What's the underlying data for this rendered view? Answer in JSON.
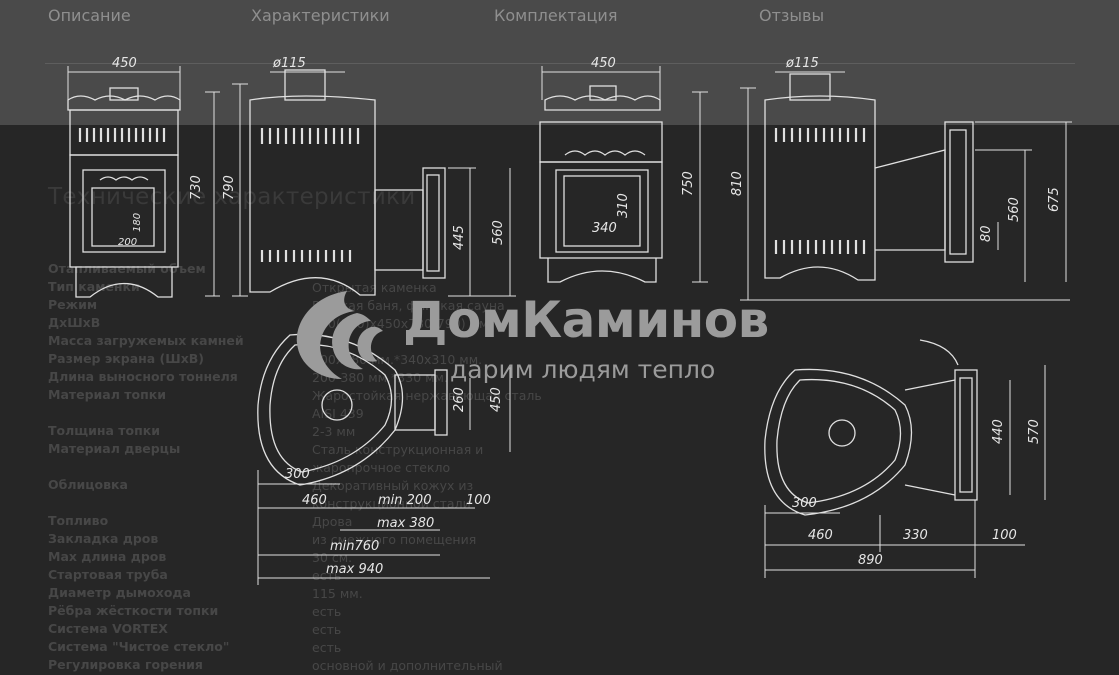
{
  "tabs": [
    {
      "label": "Описание"
    },
    {
      "label": "Характеристики"
    },
    {
      "label": "Комплектация"
    },
    {
      "label": "Отзывы"
    }
  ],
  "section_title": "Технические характеристики",
  "specs": [
    {
      "label": "Отапливаемый объем",
      "value": ""
    },
    {
      "label": "Тип каменки",
      "value": "Открытая каменка"
    },
    {
      "label": "Режим",
      "value": "Русская баня, финская сауна"
    },
    {
      "label": "ДхШхВ",
      "value": "460(840)х450х730(790) мм."
    },
    {
      "label": "Масса загружемых камней",
      "value": ""
    },
    {
      "label": "Размер экрана (ШхВ)",
      "value": "200х180 мм.*340х310 мм."
    },
    {
      "label": "Длина выносного тоннеля",
      "value": "200-380 мм.*330 мм."
    },
    {
      "label": "Материал топки",
      "value": "Жаростойкая нержавеющая сталь\nAISI 439"
    },
    {
      "label": "Толщина топки",
      "value": "2-3 мм"
    },
    {
      "label": "Материал дверцы",
      "value": "Сталь конструкционная и\nжаропрочное стекло"
    },
    {
      "label": "Облицовка",
      "value": "Декоративный кожух из\nконструкционной стали"
    },
    {
      "label": "Топливо",
      "value": "Дрова"
    },
    {
      "label": "Закладка дров",
      "value": "из смежного помещения"
    },
    {
      "label": "Max длина дров",
      "value": "30 см."
    },
    {
      "label": "Стартовая труба",
      "value": "есть"
    },
    {
      "label": "Диаметр дымохода",
      "value": "115 мм."
    },
    {
      "label": "Рёбра жёсткости топки",
      "value": "есть"
    },
    {
      "label": "Система VORTEX",
      "value": "есть"
    },
    {
      "label": "Система \"Чистое стекло\"",
      "value": "есть"
    },
    {
      "label": "Регулировка горения",
      "value": "основной и дополнительный"
    }
  ],
  "logo": {
    "name": "ДомКаминов",
    "tagline": "дарим людям тепло"
  },
  "drawing": {
    "left_group": {
      "width": "450",
      "height_total": "730",
      "height_pipe": "790",
      "pipe_diameter": "ø115",
      "screen_w": "200",
      "screen_h": "180",
      "dim_560": "560",
      "dim_445": "445",
      "plan_260": "260",
      "plan_450": "450",
      "plan_300": "300",
      "plan_460": "460",
      "plan_min200": "min 200",
      "plan_max380": "max 380",
      "plan_100": "100",
      "plan_min760": "min760",
      "plan_max940": "max 940"
    },
    "right_group": {
      "width": "450",
      "height_750": "750",
      "height_810": "810",
      "pipe_diameter": "ø115",
      "screen_w": "340",
      "screen_h": "310",
      "dim_675": "675",
      "dim_560": "560",
      "dim_80": "80",
      "plan_440": "440",
      "plan_570": "570",
      "plan_300": "300",
      "plan_460": "460",
      "plan_330": "330",
      "plan_100": "100",
      "plan_890": "890"
    }
  },
  "colors": {
    "header_band": "#4a4a4a",
    "background": "#262626",
    "drawing_line": "#e0e0e0",
    "watermark": "#9b9b9b"
  }
}
